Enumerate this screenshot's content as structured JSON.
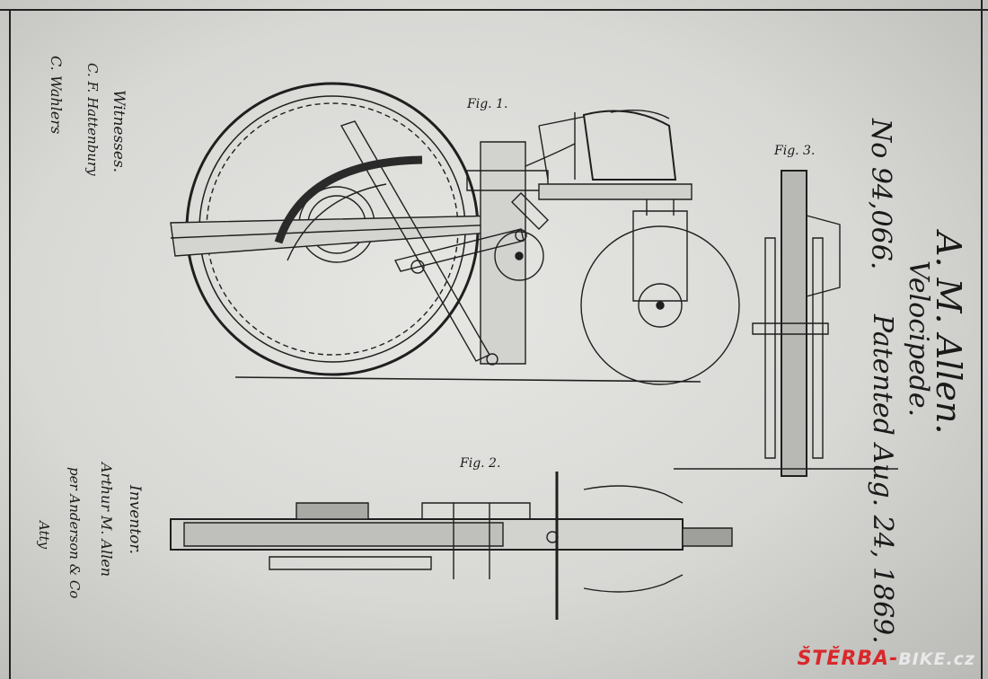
{
  "patent": {
    "inventor_name": "A. M. Allen.",
    "title": "Velocipede.",
    "number": "No 94,066.",
    "patented": "Patented Aug. 24, 1869."
  },
  "figures": {
    "fig1": "Fig. 1.",
    "fig2": "Fig. 2.",
    "fig3": "Fig. 3."
  },
  "witnesses": {
    "heading": "Witnesses.",
    "sig1": "C. F. Hattenbury",
    "sig2": "C. Wahlers"
  },
  "inventor": {
    "heading": "Inventor.",
    "sig1": "Arthur M. Allen",
    "sig2": "per Anderson & Co",
    "sig3": "Atty"
  },
  "watermark": {
    "brand": "ŠTĚRBA-",
    "suffix": "BIKE.cz"
  },
  "colors": {
    "paper": "#dcdcd9",
    "ink": "#1a1a1a",
    "watermark_red": "#d9282a"
  }
}
